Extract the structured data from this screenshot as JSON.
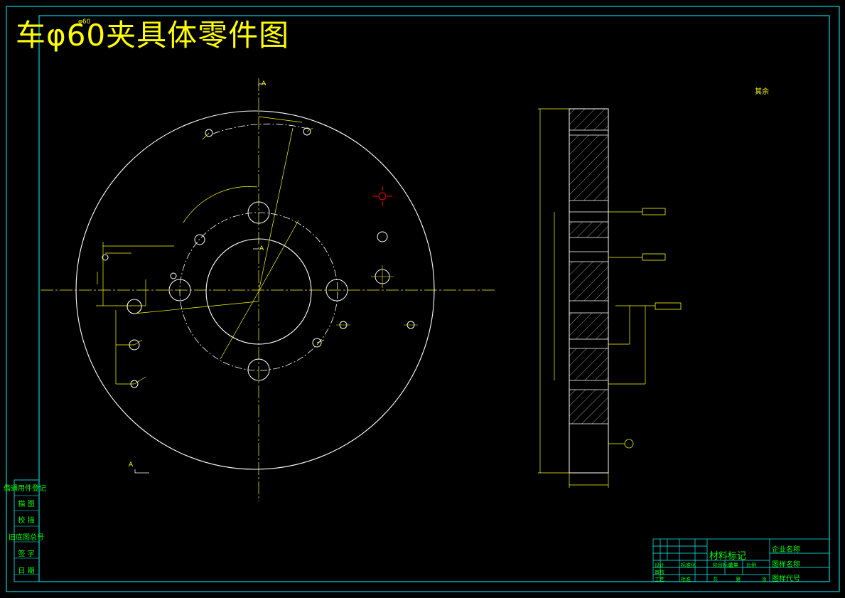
{
  "drawing": {
    "title": "车φ60夹具体零件图",
    "top_left_tag": "φ60",
    "roughness_note": "其余",
    "section_label": "A",
    "colors": {
      "background": "#000000",
      "border": "#00ffff",
      "geometry": "#ffffff",
      "dimension": "#ffff00",
      "titleblock_text": "#00ff00",
      "marker": "#ff0000"
    }
  },
  "left_strip": {
    "items": [
      "借通用件登记",
      "描 图",
      "校 描",
      "旧底图总号",
      "签 字",
      "日 期"
    ]
  },
  "title_block": {
    "material_mark": "材料标记",
    "company_name": "企业名称",
    "drawing_name": "图样名称",
    "drawing_code": "图样代号",
    "stage_mark": "阶段标记",
    "weight": "重量",
    "scale": "比例",
    "total": "共",
    "sheet_of": "第",
    "page_unit": "页",
    "designer": "设计",
    "checker": "审核",
    "process": "工艺",
    "standard": "标准化",
    "approve": "批准"
  }
}
